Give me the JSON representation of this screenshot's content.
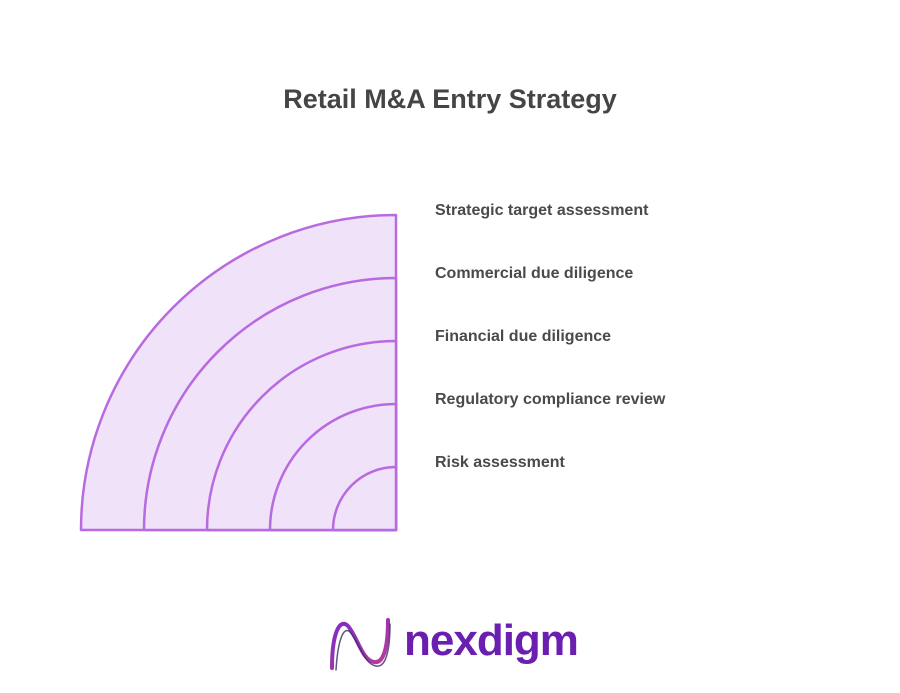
{
  "title": "Retail M&A Entry Strategy",
  "layers": [
    {
      "label": "Strategic target assessment"
    },
    {
      "label": "Commercial due diligence"
    },
    {
      "label": "Financial due diligence"
    },
    {
      "label": "Regulatory compliance review"
    },
    {
      "label": "Risk assessment"
    }
  ],
  "colors": {
    "arc_fill": "#f0e2f8",
    "arc_stroke": "#b86ae0",
    "brand": "#6a1fb0"
  },
  "logo": {
    "text": "nexdigm",
    "icon": "nexdigm-wave-logo-icon"
  }
}
